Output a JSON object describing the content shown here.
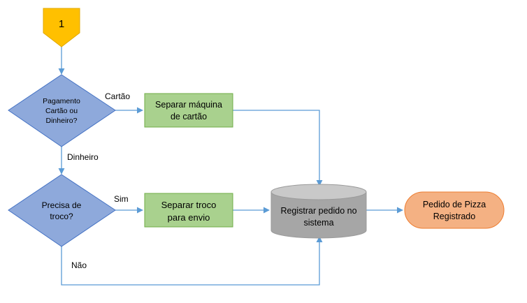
{
  "connector": {
    "label": "1"
  },
  "decision_payment": {
    "lines": [
      "Pagamento",
      "Cartão ou",
      "Dinheiro?"
    ]
  },
  "decision_change": {
    "lines": [
      "Precisa de",
      "troco?"
    ]
  },
  "process_card": {
    "lines": [
      "Separar máquina",
      "de cartão"
    ]
  },
  "process_change": {
    "lines": [
      "Separar troco",
      "para envio"
    ]
  },
  "database_register": {
    "lines": [
      "Registrar pedido no",
      "sistema"
    ]
  },
  "terminator_done": {
    "lines": [
      "Pedido de Pizza",
      "Registrado"
    ]
  },
  "edge_labels": {
    "cartao": "Cartão",
    "dinheiro": "Dinheiro",
    "sim": "Sim",
    "nao": "Não"
  },
  "colors": {
    "connector_fill": "#FFC000",
    "connector_stroke": "#E0A800",
    "decision_fill": "#8EA9DB",
    "decision_stroke": "#4472C4",
    "process_fill": "#A9D18E",
    "process_stroke": "#70AD47",
    "database_fill": "#A6A6A6",
    "database_top": "#C9C9C9",
    "terminator_fill": "#F4B183",
    "terminator_stroke": "#ED7D31",
    "line": "#5B9BD5"
  }
}
